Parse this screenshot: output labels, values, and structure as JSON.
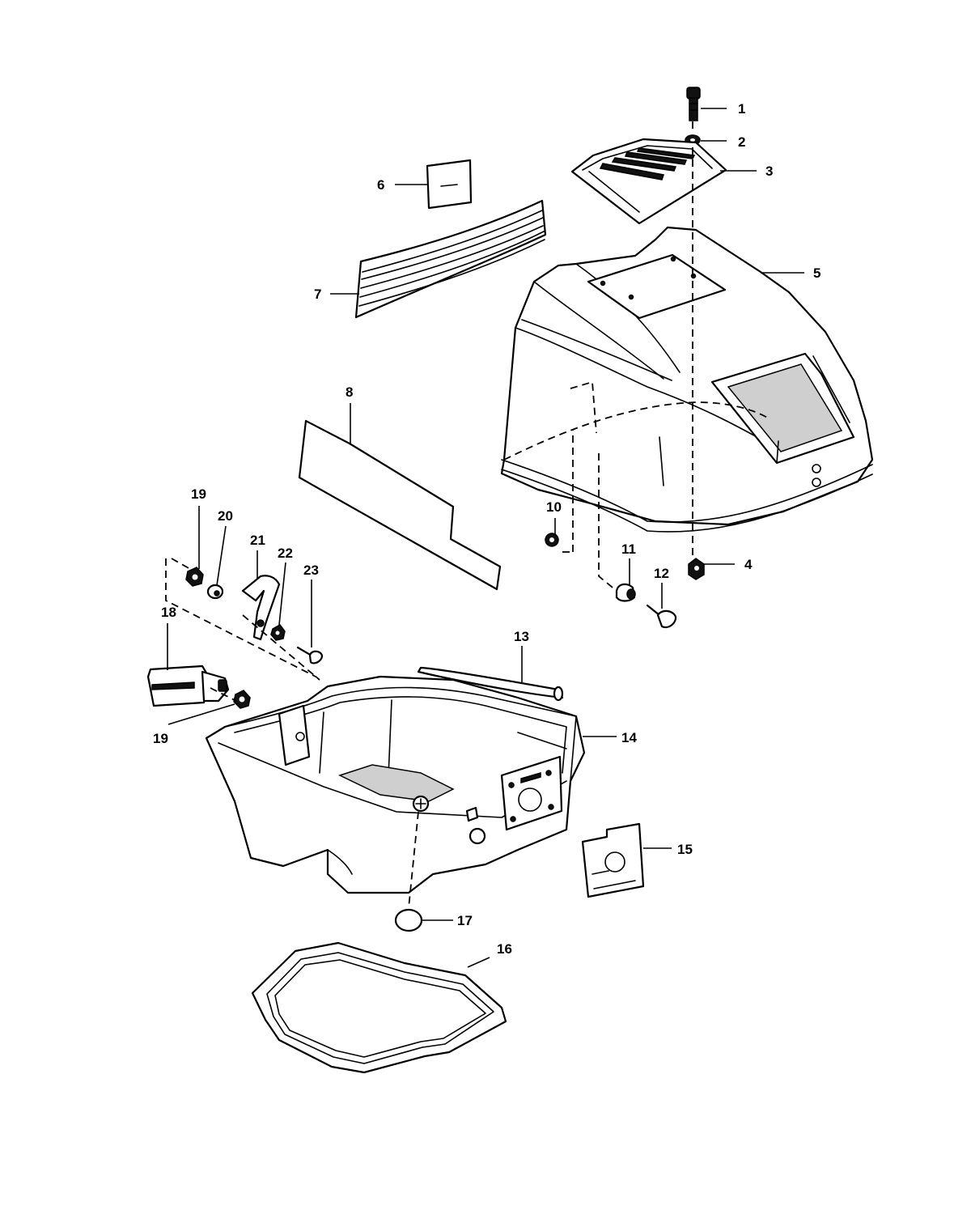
{
  "callouts": [
    {
      "id": "c1",
      "label": "1"
    },
    {
      "id": "c2",
      "label": "2"
    },
    {
      "id": "c3",
      "label": "3"
    },
    {
      "id": "c4",
      "label": "4"
    },
    {
      "id": "c5",
      "label": "5"
    },
    {
      "id": "c6",
      "label": "6"
    },
    {
      "id": "c7",
      "label": "7"
    },
    {
      "id": "c8",
      "label": "8"
    },
    {
      "id": "c10",
      "label": "10"
    },
    {
      "id": "c11",
      "label": "11"
    },
    {
      "id": "c12",
      "label": "12"
    },
    {
      "id": "c13",
      "label": "13"
    },
    {
      "id": "c14",
      "label": "14"
    },
    {
      "id": "c15",
      "label": "15"
    },
    {
      "id": "c16",
      "label": "16"
    },
    {
      "id": "c17",
      "label": "17"
    },
    {
      "id": "c18",
      "label": "18"
    },
    {
      "id": "c19a",
      "label": "19"
    },
    {
      "id": "c19b",
      "label": "19"
    },
    {
      "id": "c20",
      "label": "20"
    },
    {
      "id": "c21",
      "label": "21"
    },
    {
      "id": "c22",
      "label": "22"
    },
    {
      "id": "c23",
      "label": "23"
    }
  ]
}
